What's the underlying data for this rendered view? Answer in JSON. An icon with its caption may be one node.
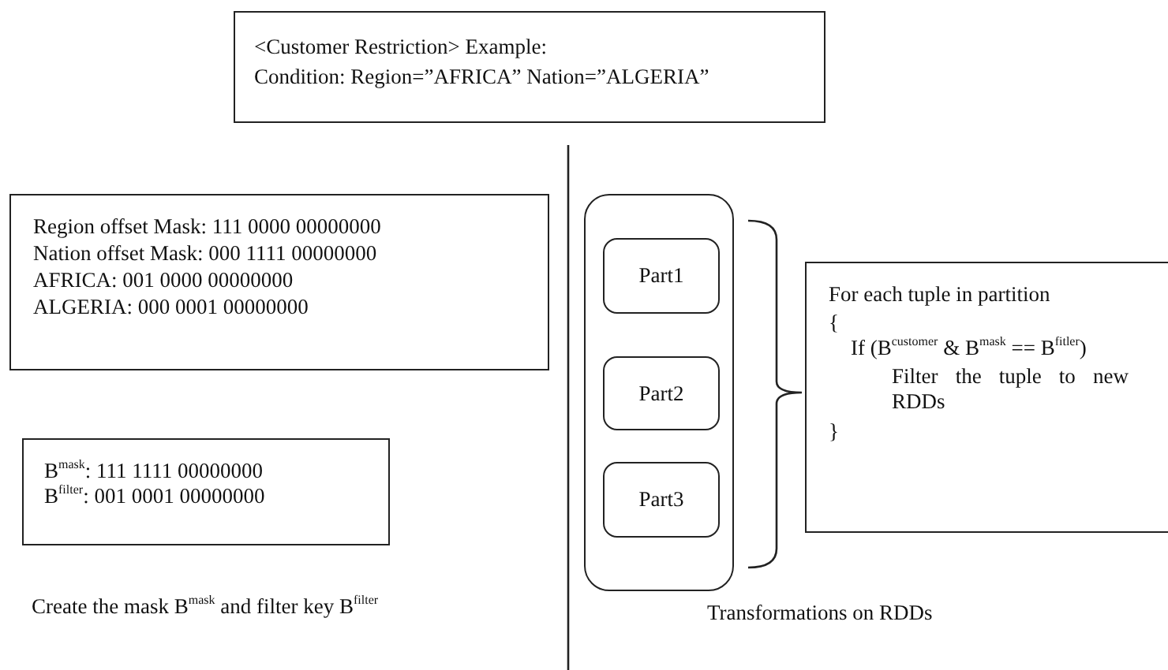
{
  "diagram": {
    "nodes": [
      {
        "text": [
          "<Customer Restriction> Example:",
          "Condition: Region=”AFRICA” Nation=”ALGERIA”"
        ]
      },
      {
        "text": [
          "Region offset Mask: 111 0000 00000000",
          "Nation offset Mask: 000 1111 00000000",
          "AFRICA: 001 0000 00000000",
          "ALGERIA: 000 0001 00000000"
        ]
      },
      {
        "text": [
          "B$^{mask}$: 111 1111 00000000",
          "B$^{filter}$: 001 0001 00000000"
        ]
      },
      {
        "text": [],
        "shape": "box"
      },
      {
        "text": [
          "Part1"
        ],
        "in": 3
      },
      {
        "text": [
          "Part2"
        ],
        "in": 3
      },
      {
        "text": [
          "Part3"
        ],
        "in": 3
      },
      {
        "text": [
          "For each tuple in partition",
          "{",
          "If (B$^{customer}$ & B$^{mask}$ == B$^{fitler}$)",
          "Filter the tuple to new RDDs",
          "}"
        ]
      }
    ],
    "labels": [
      "Create the mask B$^{mask}$ and filter key B$^{filter}$",
      "Transformations on RDDs"
    ]
  }
}
